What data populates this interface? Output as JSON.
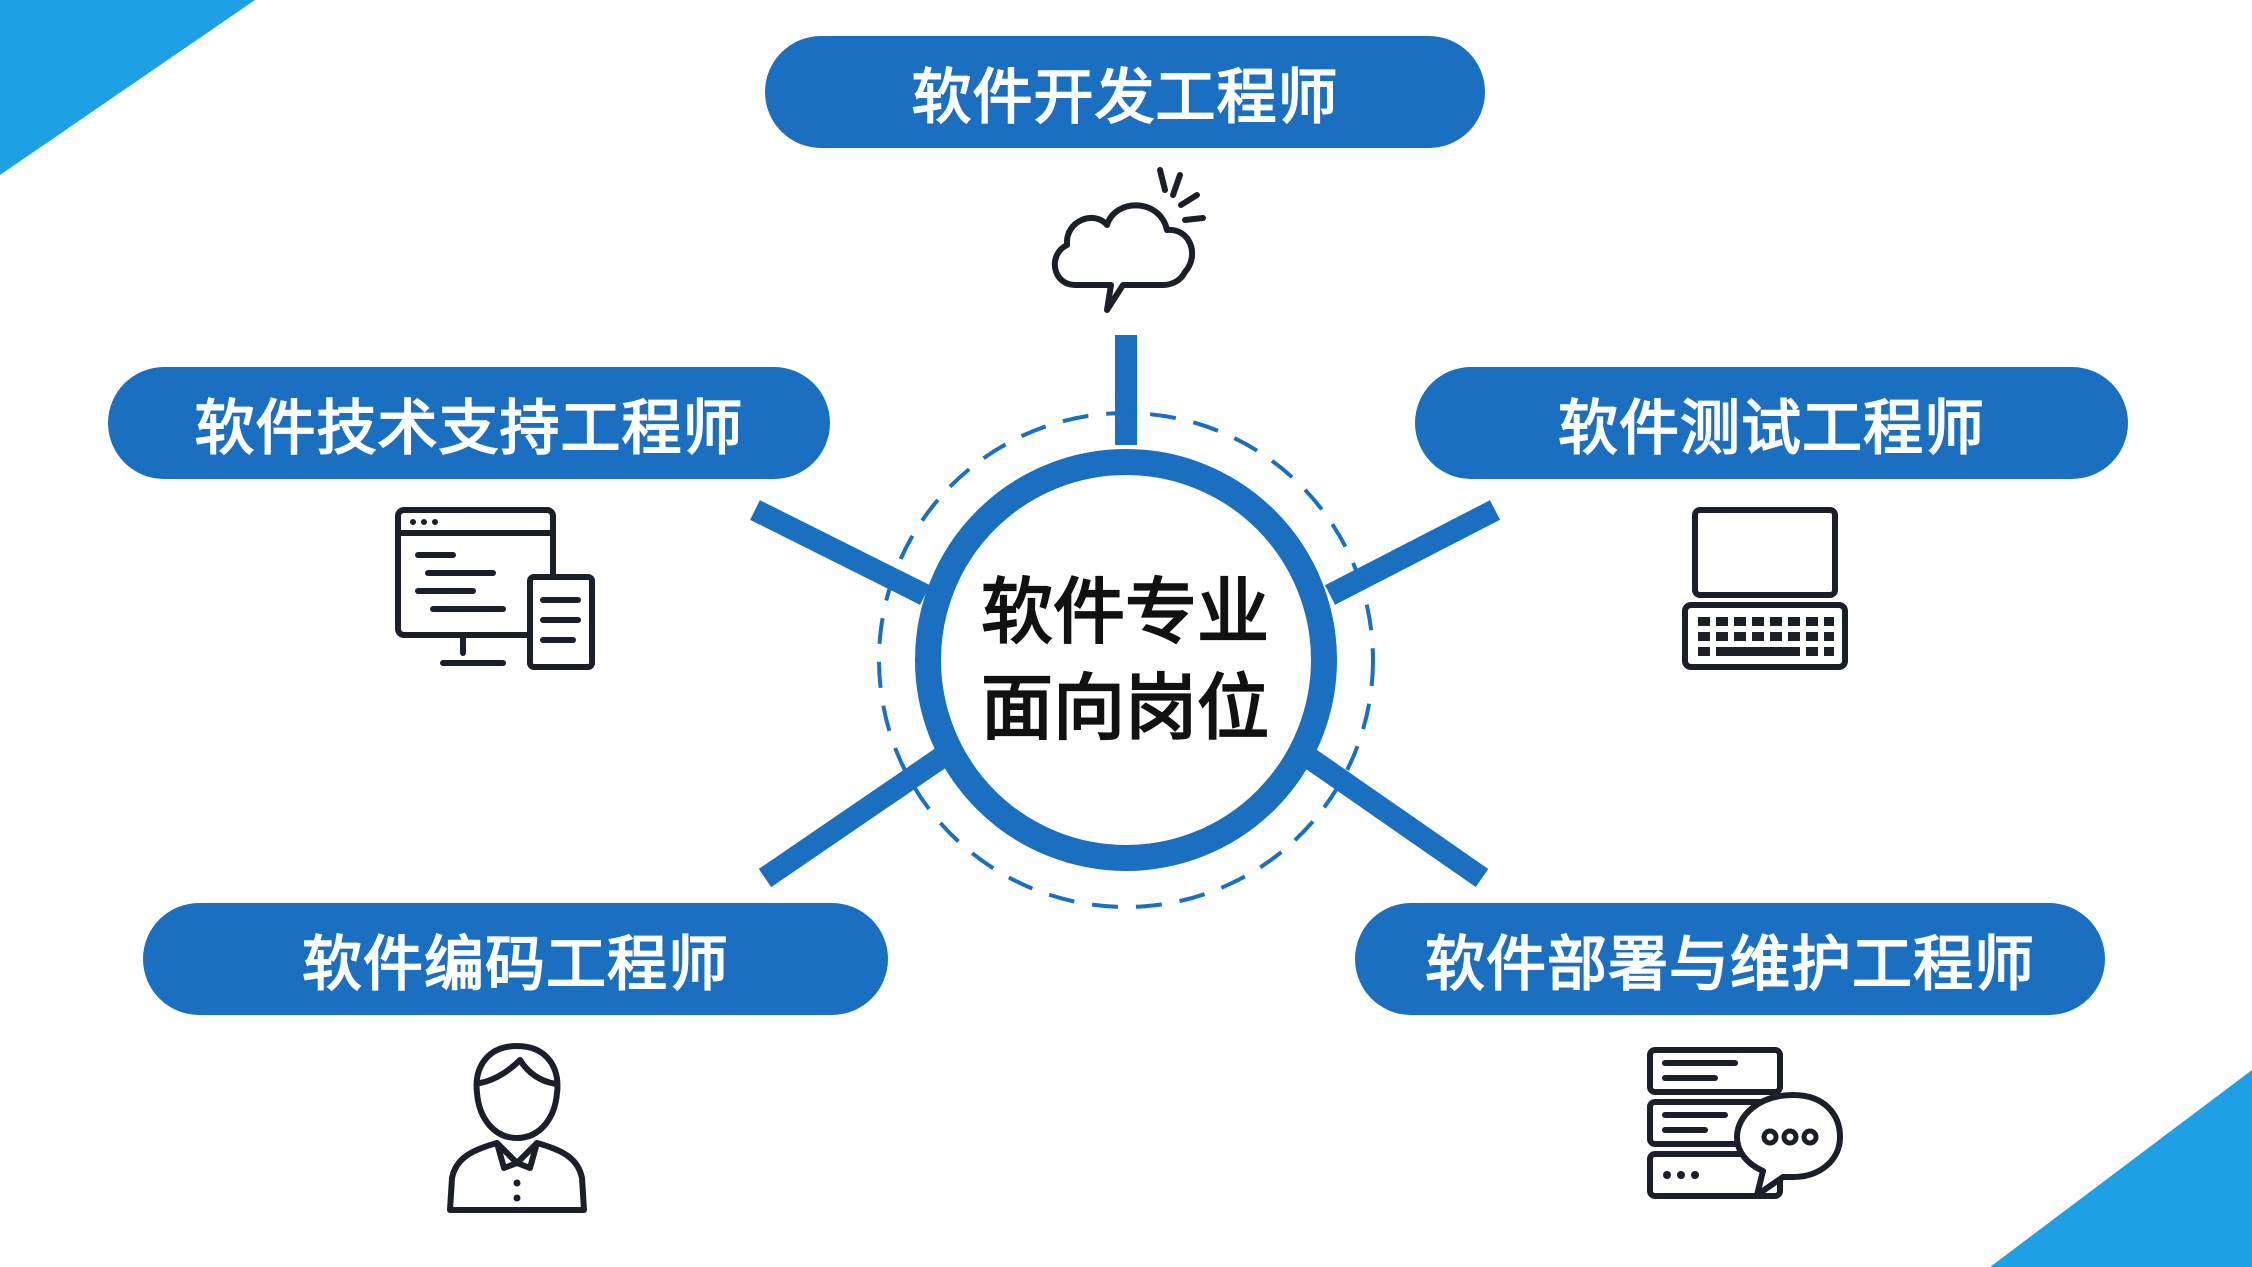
{
  "center": {
    "line1": "软件专业",
    "line2": "面向岗位"
  },
  "roles": [
    {
      "id": "dev",
      "label": "软件开发工程师",
      "icon": "cloud-sun-icon"
    },
    {
      "id": "support",
      "label": "软件技术支持工程师",
      "icon": "monitor-document-icon"
    },
    {
      "id": "test",
      "label": "软件测试工程师",
      "icon": "laptop-keyboard-icon"
    },
    {
      "id": "coding",
      "label": "软件编码工程师",
      "icon": "person-icon"
    },
    {
      "id": "deploy",
      "label": "软件部署与维护工程师",
      "icon": "server-chat-icon"
    }
  ],
  "colors": {
    "primary": "#1a6fc0",
    "accent": "#1ea0e6",
    "text": "#111111",
    "icon_stroke": "#1b1f2a"
  }
}
